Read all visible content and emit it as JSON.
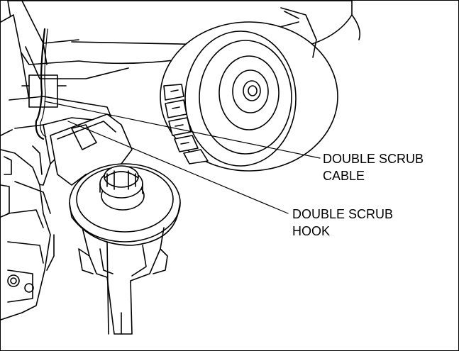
{
  "callouts": {
    "cable": {
      "line1": "DOUBLE SCRUB",
      "line2": "CABLE"
    },
    "hook": {
      "line1": "DOUBLE SCRUB",
      "line2": "HOOK"
    }
  },
  "colors": {
    "line": "#000000",
    "background": "#ffffff",
    "shade": "#d0d0d0"
  }
}
